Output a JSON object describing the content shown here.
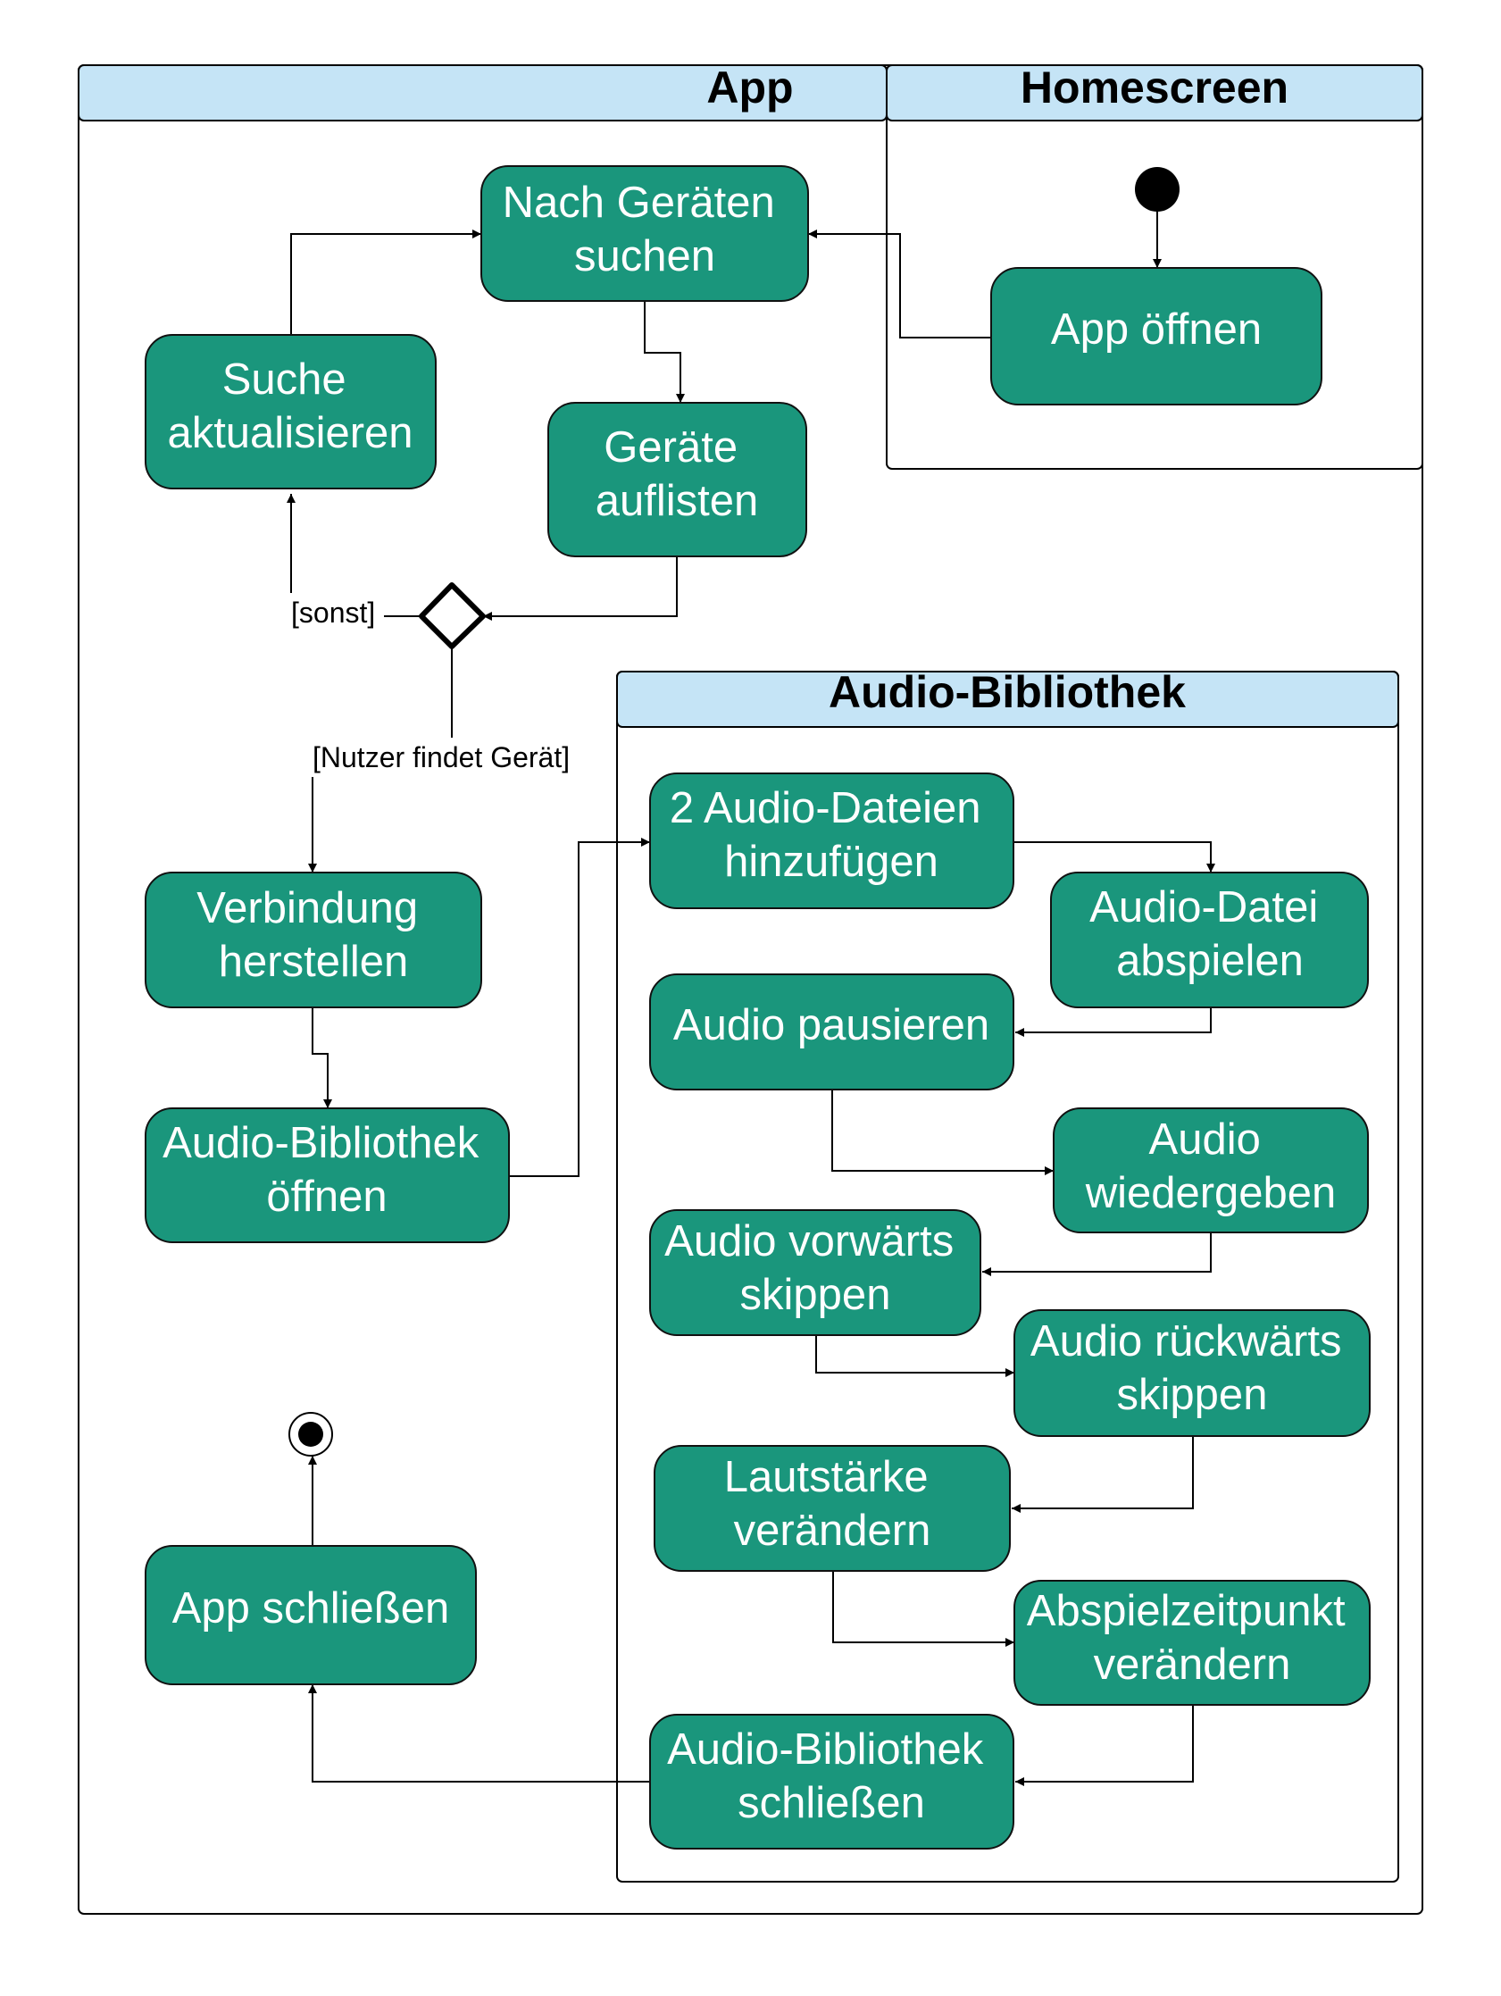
{
  "colors": {
    "node_fill": "#1a967c",
    "header_fill": "#c5e4f6",
    "line": "#000000"
  },
  "pools": {
    "app": {
      "title": "App"
    },
    "homescreen": {
      "title": "Homescreen"
    },
    "library": {
      "title": "Audio-Bibliothek"
    }
  },
  "nodes": {
    "app_oeffnen": [
      "App öffnen"
    ],
    "geraete_suchen": [
      "Nach Geräten",
      "suchen"
    ],
    "suche_aktualisieren": [
      "Suche",
      "aktualisieren"
    ],
    "geraete_auflisten": [
      "Geräte",
      "auflisten"
    ],
    "verbindung_herstellen": [
      "Verbindung",
      "herstellen"
    ],
    "bibliothek_oeffnen": [
      "Audio-Bibliothek",
      "öffnen"
    ],
    "app_schliessen": [
      "App schließen"
    ],
    "dateien_hinzufuegen": [
      "2 Audio-Dateien",
      "hinzufügen"
    ],
    "datei_abspielen": [
      "Audio-Datei",
      "abspielen"
    ],
    "audio_pausieren": [
      "Audio pausieren"
    ],
    "audio_wiedergeben": [
      "Audio",
      "wiedergeben"
    ],
    "vorwaerts_skippen": [
      "Audio vorwärts",
      "skippen"
    ],
    "rueckwaerts_skippen": [
      "Audio rückwärts",
      "skippen"
    ],
    "lautstaerke_veraendern": [
      "Lautstärke",
      "verändern"
    ],
    "abspielzeitpunkt_veraendern": [
      "Abspielzeitpunkt",
      "verändern"
    ],
    "bibliothek_schliessen": [
      "Audio-Bibliothek",
      "schließen"
    ]
  },
  "guards": {
    "sonst": "[sonst]",
    "nutzer_findet_geraet": "[Nutzer findet Gerät]"
  }
}
